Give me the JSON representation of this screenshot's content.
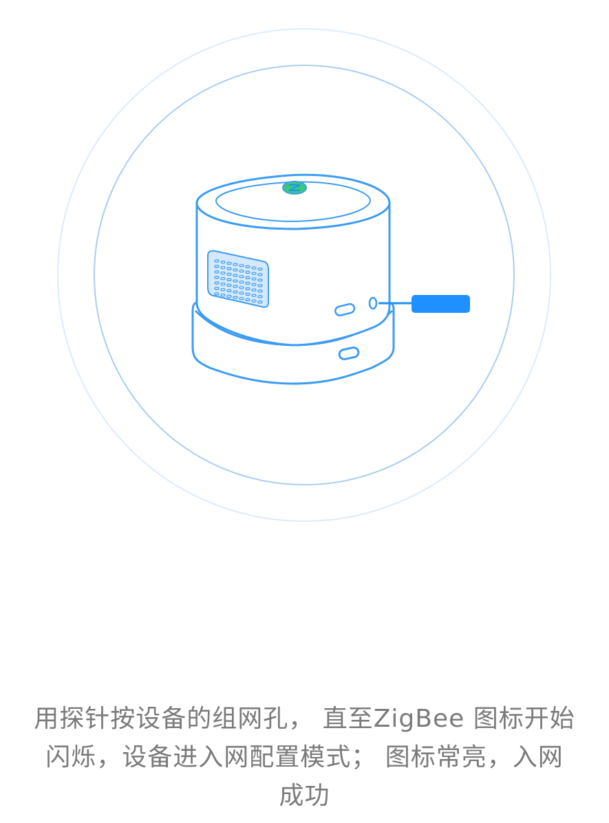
{
  "instruction": {
    "line1": "用探针按设备的组网孔， 直至ZigBee 图标开始",
    "line2": "闪烁，设备进入网配置模式； 图标常亮，入网",
    "line3": "成功"
  },
  "colors": {
    "accent": "#1e90ff",
    "outline": "#3b9cf2",
    "ring_outer": "#dcebfb",
    "ring_inner": "#a9cdf4",
    "zigbee_icon": "#3cc97a",
    "text": "#7a7a7a"
  },
  "icons": {
    "device": "zigbee-gateway-device",
    "indicator": "zigbee-icon"
  }
}
